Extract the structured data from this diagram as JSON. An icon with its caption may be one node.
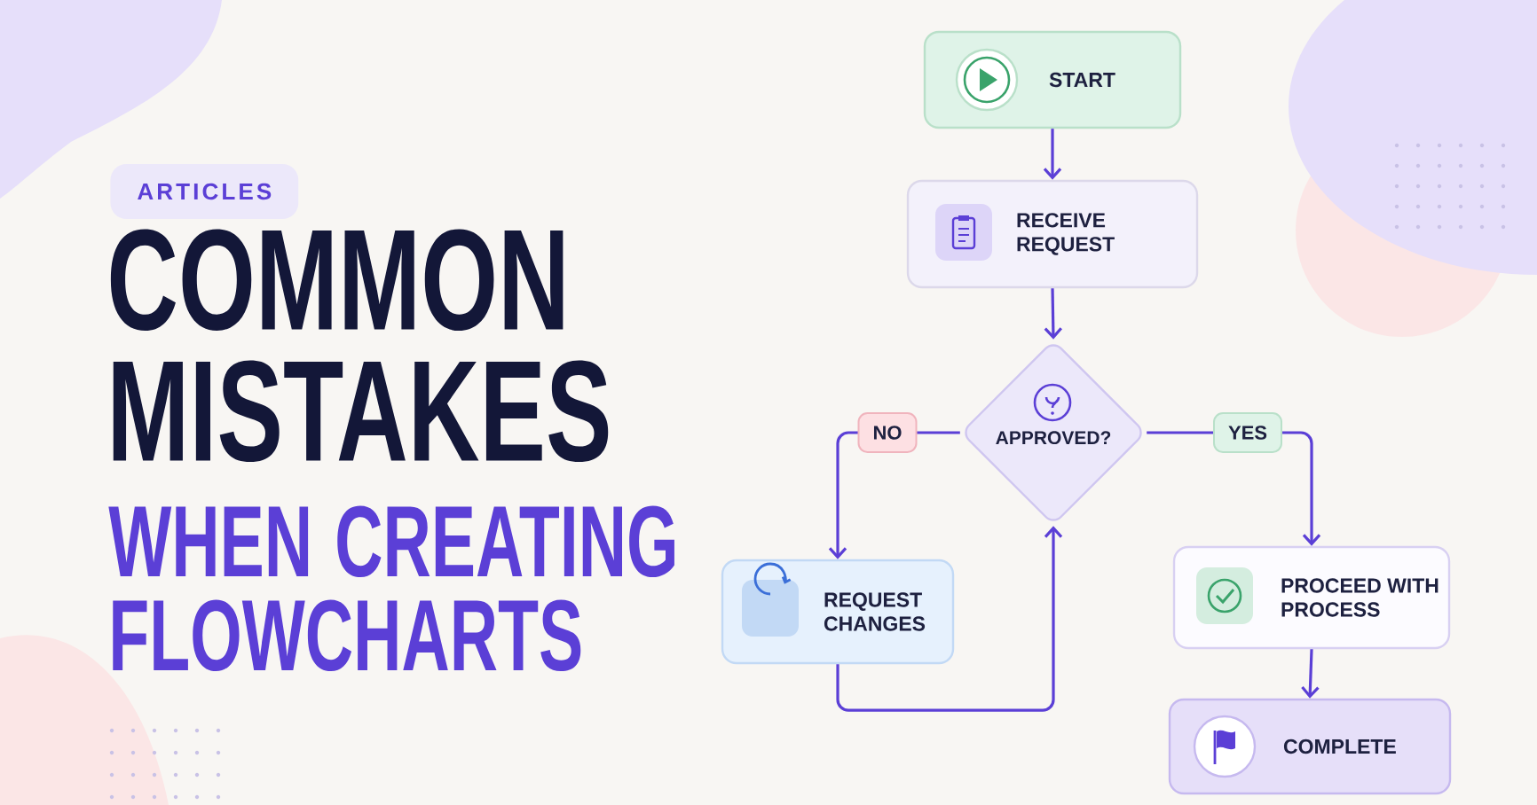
{
  "diagram": {
    "title": "COMMON MISTAKES",
    "nodes": [
      {
        "text": [
          "START"
        ]
      },
      {
        "text": [
          "RECEIVE REQUEST"
        ]
      },
      {
        "text": [
          "APPROVED?"
        ]
      },
      {
        "text": [
          "REQUEST CHANGES"
        ]
      },
      {
        "text": [
          "PROCEED WITH PROCESS"
        ]
      },
      {
        "text": [
          "COMPLETE"
        ]
      }
    ],
    "edges": [
      {
        "from": 0,
        "to": 1,
        "arrow": "to"
      },
      {
        "from": 1,
        "to": 2,
        "arrow": "to"
      },
      {
        "from": 2,
        "to": 3,
        "arrow": "to",
        "label": "NO"
      },
      {
        "from": 2,
        "to": 4,
        "arrow": "to",
        "label": "YES"
      },
      {
        "from": 3,
        "to": 2,
        "arrow": "to"
      },
      {
        "from": 4,
        "to": 5,
        "arrow": "to"
      }
    ],
    "labels": [
      "ARTICLES",
      "WHEN CREATING FLOWCHARTS"
    ]
  }
}
